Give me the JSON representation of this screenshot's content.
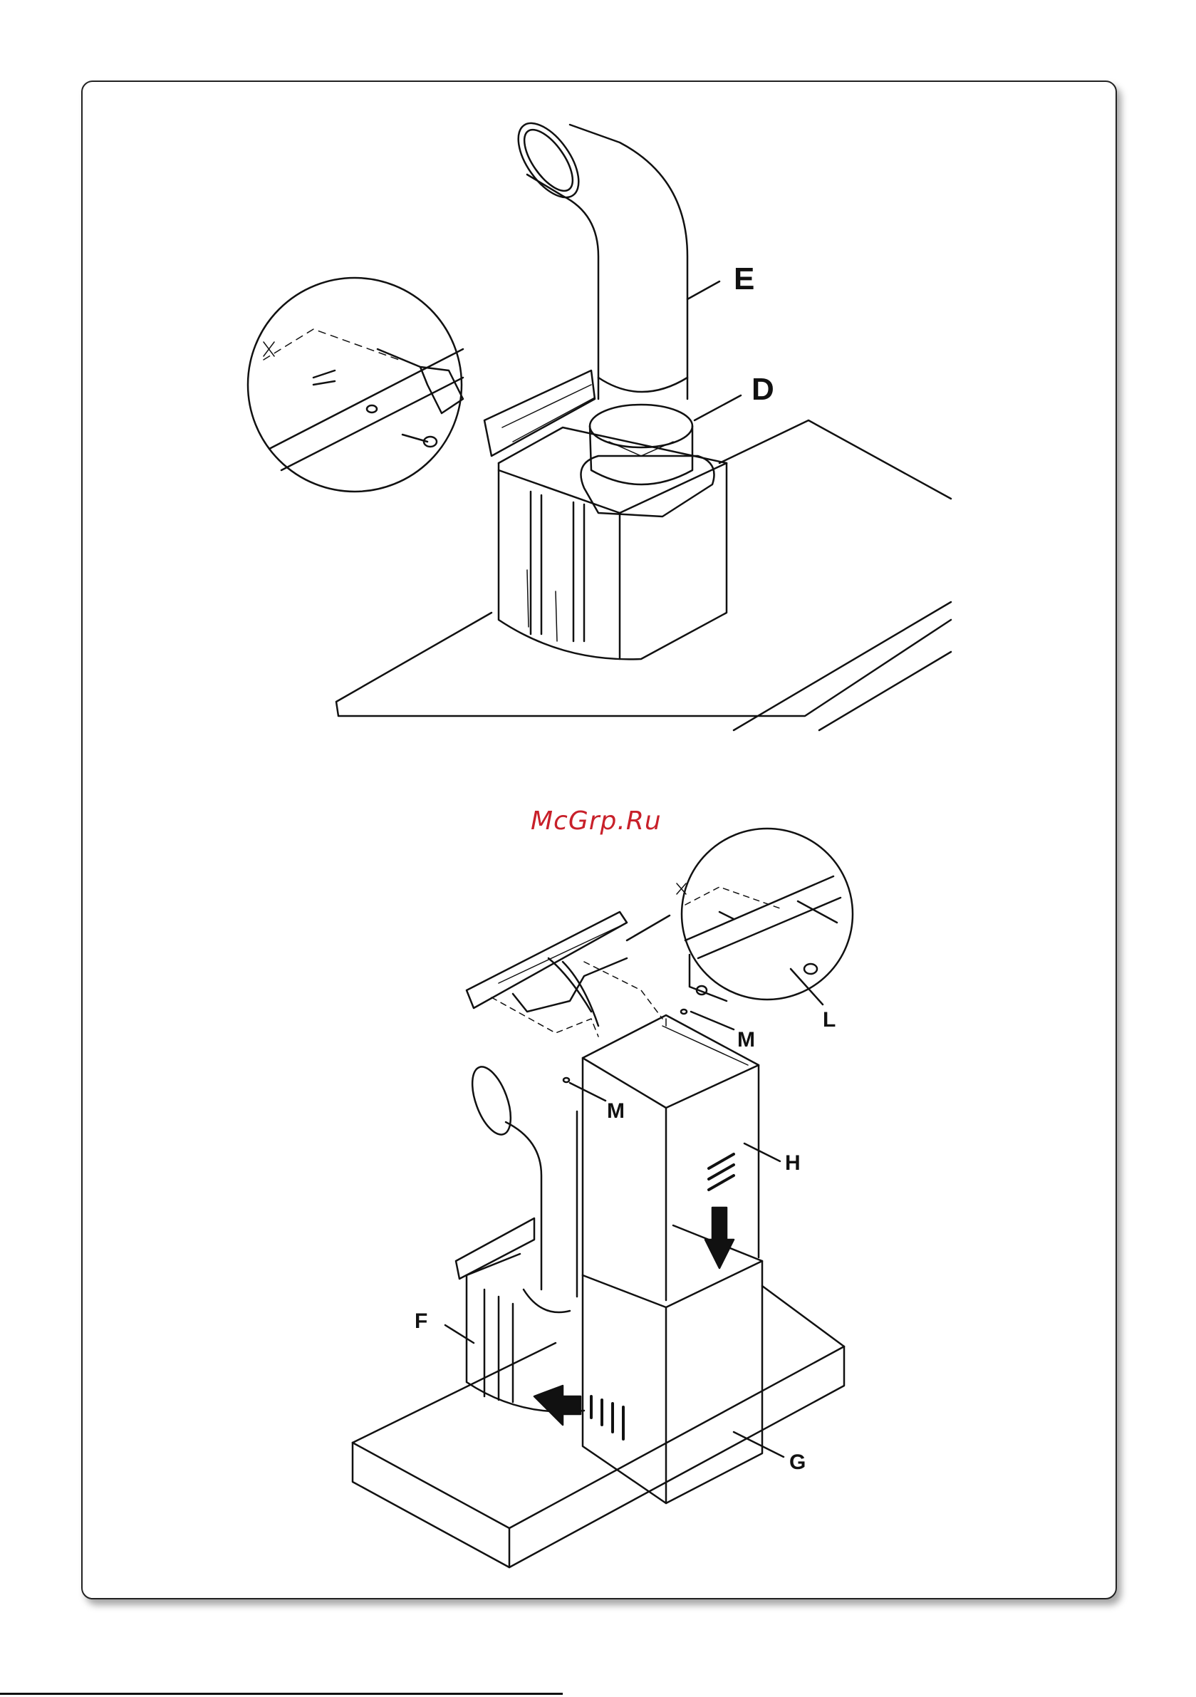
{
  "watermark": "McGrp.Ru",
  "figure_top": {
    "labels": {
      "E": "E",
      "D": "D"
    }
  },
  "figure_bottom": {
    "labels": {
      "L": "L",
      "M_top": "M",
      "M_mid": "M",
      "H": "H",
      "F": "F",
      "G": "G"
    }
  },
  "colors": {
    "watermark": "#c8202a",
    "line": "#111111"
  }
}
